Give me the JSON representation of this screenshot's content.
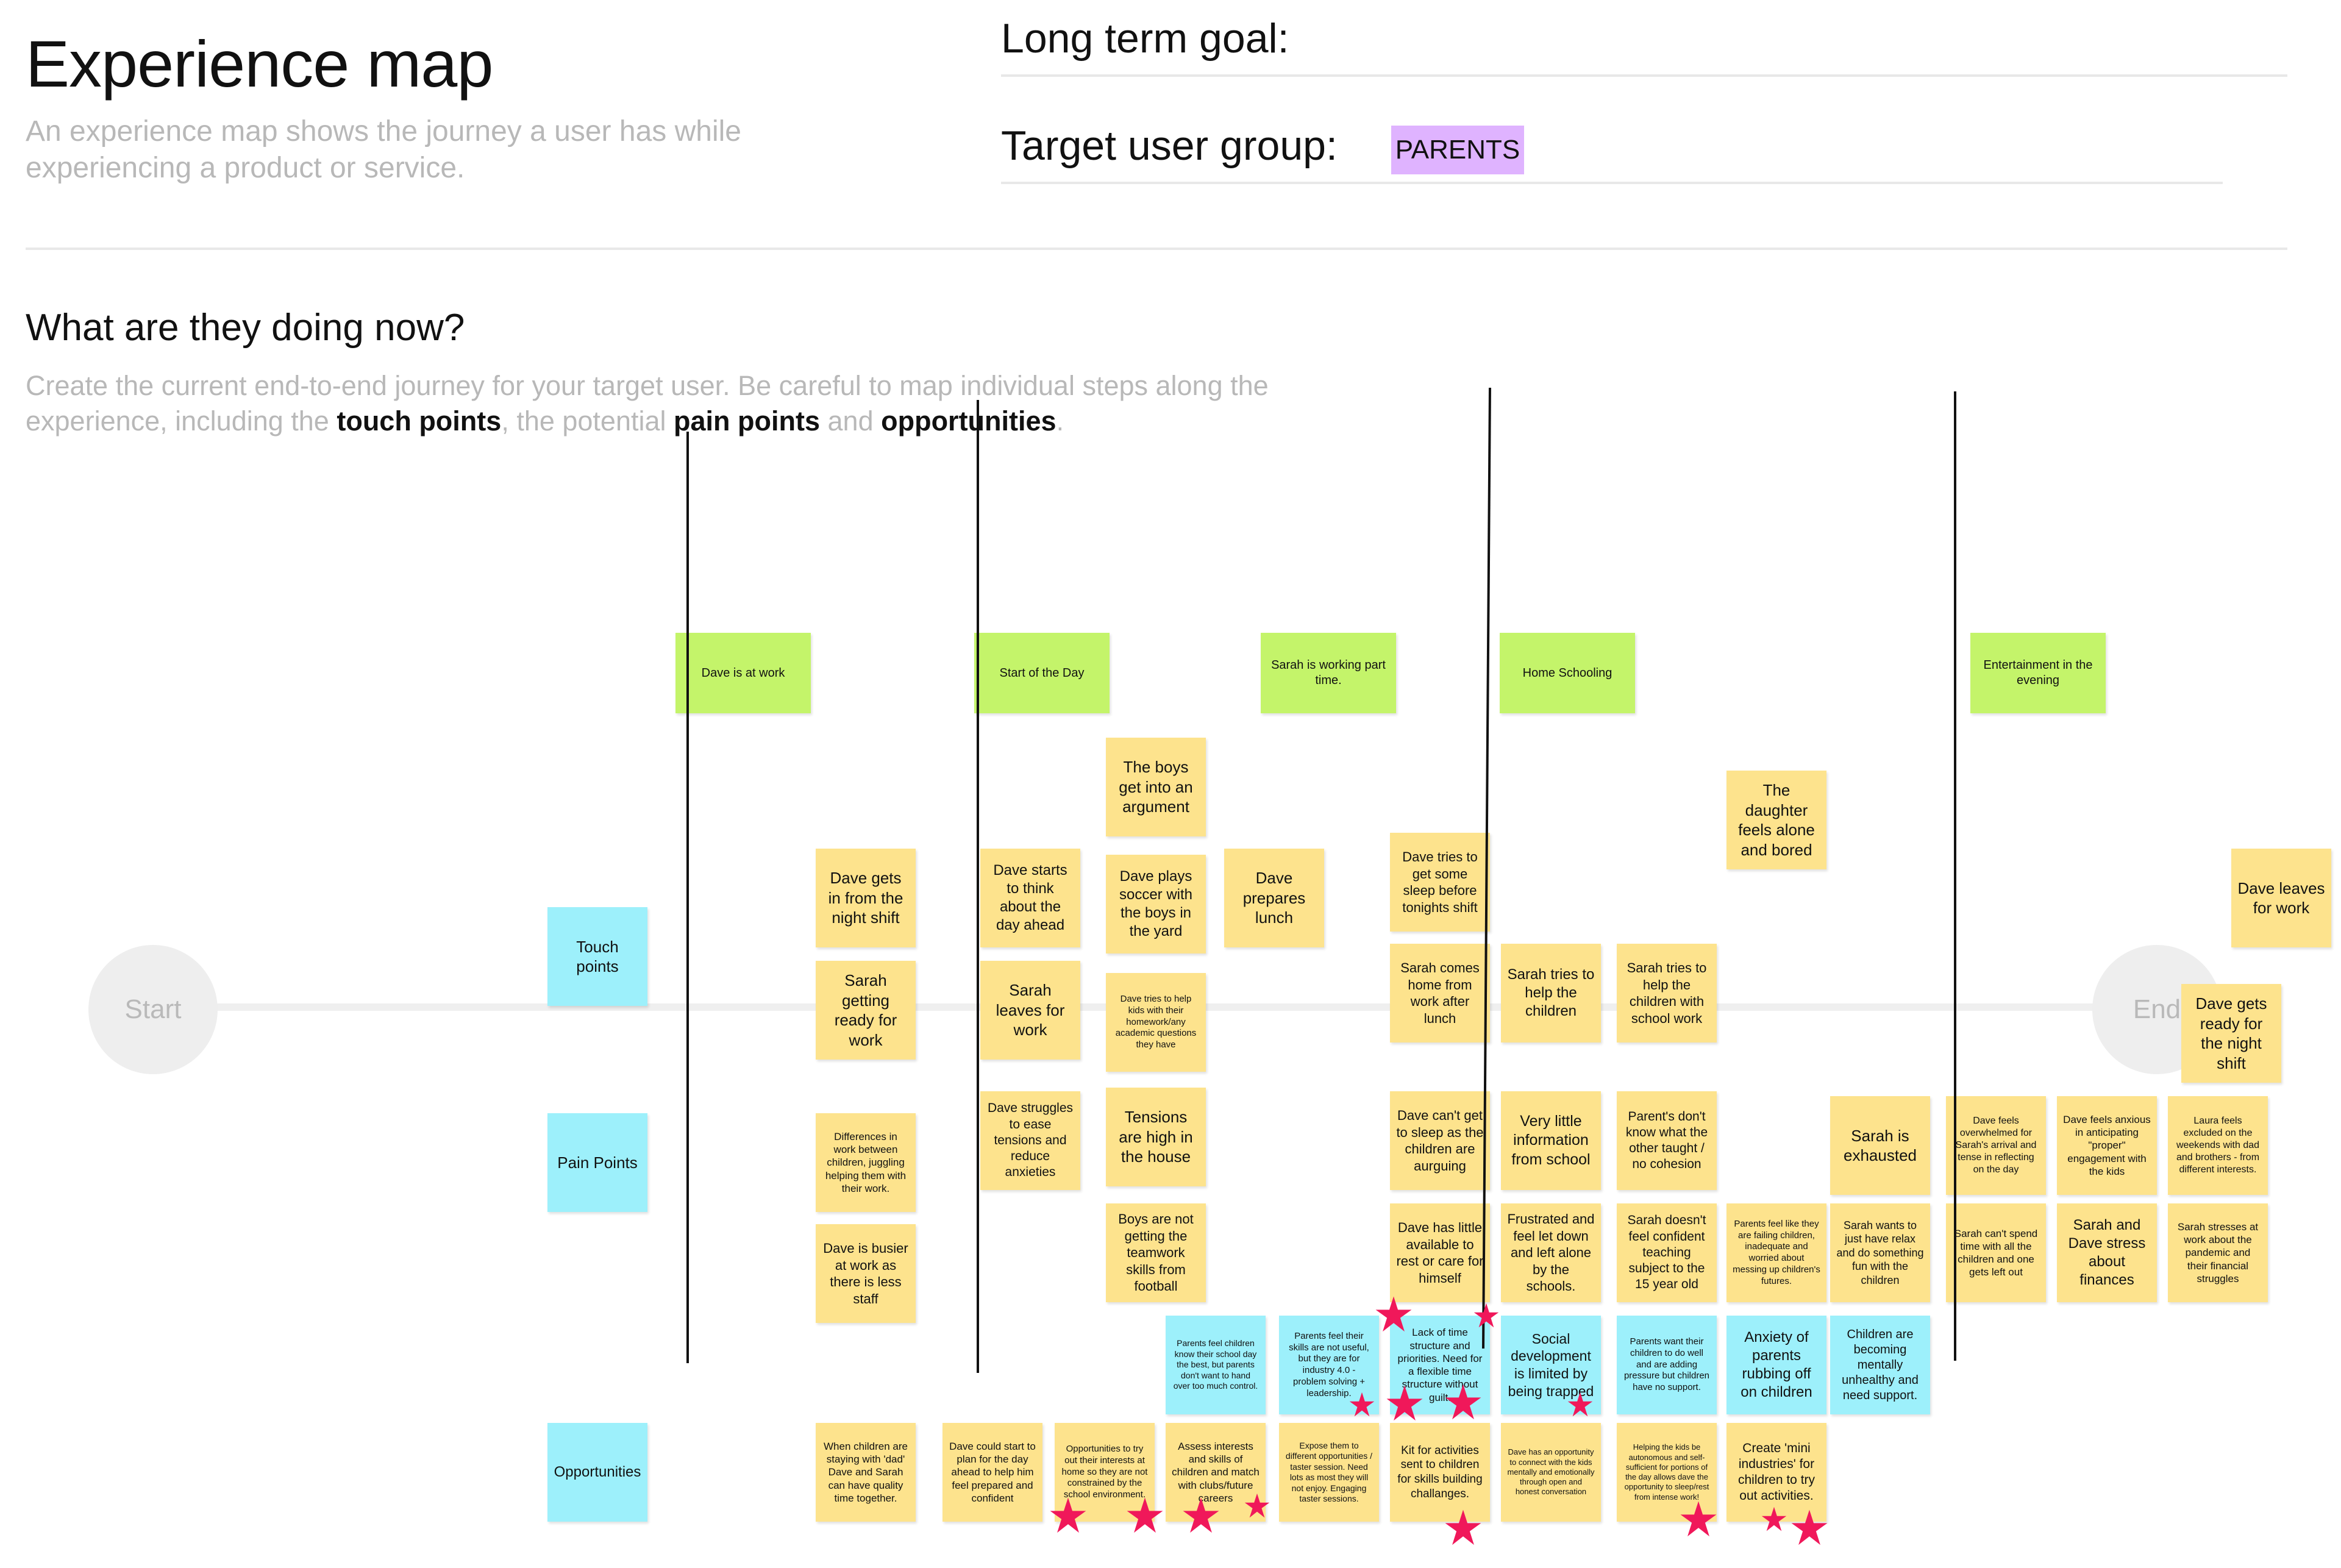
{
  "header": {
    "title": "Experience map",
    "subtitle": "An experience map shows the journey a user has while experiencing a product or service.",
    "long_term_goal_label": "Long term goal:",
    "target_user_label": "Target user group:",
    "target_user_value": "PARENTS"
  },
  "section": {
    "title": "What are they doing now?",
    "desc_1": "Create the current end-to-end journey for your target user. Be careful to map individual steps along the experience, including the ",
    "touch_points": "touch points",
    "desc_2": ", the potential ",
    "pain_points": "pain points",
    "desc_3": " and ",
    "opportunities": "opportunities",
    "desc_4": "."
  },
  "journey": {
    "start": "Start",
    "end": "End"
  },
  "row_labels": {
    "touch": "Touch points",
    "pain": "Pain Points",
    "opp": "Opportunities"
  },
  "phases": [
    "Dave is at work",
    "Start of the Day",
    "Sarah is working part time.",
    "Home Schooling",
    "Entertainment in the evening"
  ],
  "notes": [
    "The boys get into an argument",
    "The daughter feels alone and bored",
    "Dave gets in from the night shift",
    "Dave starts to think about the day ahead",
    "Dave plays soccer with the boys in the yard",
    "Dave prepares lunch",
    "Dave tries to get some sleep before tonights shift",
    "Dave leaves for work",
    "Sarah getting ready for work",
    "Sarah leaves for work",
    "Dave tries to help kids with their homework/any academic questions they have",
    "Sarah comes home from work after lunch",
    "Sarah tries to help the children",
    "Sarah tries to help the children with school work",
    "Dave gets ready for the night shift",
    "Differences in work between children, juggling helping them with their work.",
    "Dave struggles to ease tensions and reduce anxieties",
    "Tensions are high in the house",
    "Dave can't get to sleep as the children are aurguing",
    "Very little information from school",
    "Parent's don't know what the other taught / no cohesion",
    "Sarah is exhausted",
    "Dave feels overwhelmed for Sarah's arrival and tense in reflecting on the day",
    "Dave feels anxious in anticipating \"proper\" engagement with the kids",
    "Laura feels excluded on the weekends with dad and brothers - from different interests.",
    "Dave is busier at work as there is less staff",
    "Boys are not getting the teamwork skills from football",
    "Dave has little available to rest or care for himself",
    "Frustrated and feel let down and left alone by the schools.",
    "Sarah doesn't feel confident teaching subject to the 15 year old",
    "Parents feel like they are failing children, inadequate and worried about messing up children's futures.",
    "Sarah wants to just have relax and do something fun with the children",
    "Sarah can't spend time with all the children and one gets left out",
    "Sarah and Dave stress about finances",
    "Sarah stresses at work about the pandemic and their financial struggles",
    "Parents feel children know their school day the best, but parents don't want to hand over too much control.",
    "Parents feel their skills are not useful, but they are for industry 4.0 - problem solving + leadership.",
    "Lack of time structure and priorities. Need for a flexible time structure without guilt.",
    "Social development is limited by being trapped",
    "Parents want their children to do well and are adding pressure but children have no support.",
    "Anxiety of parents rubbing off on children",
    "Children are becoming mentally unhealthy and need support.",
    "When children are staying with 'dad' Dave and Sarah can have quality time together.",
    "Dave could start to plan for the day ahead to help him feel prepared and confident",
    "Opportunities to try out their interests at home so they are not constrained by the school environment.",
    "Assess interests and skills of children and match with clubs/future careers",
    "Expose them to different opportunities / taster session. Need lots as most they will not enjoy. Engaging taster sessions.",
    "Kit for activities sent to children for skills building challanges.",
    "Dave has an opportunity to connect with the kids mentally and emotionally through open and honest conversation",
    "Helping the kids be autonomous and self-sufficient for portions of the day allows dave the opportunity to sleep/rest from intense work!",
    "Create 'mini industries' for children to try out activities."
  ],
  "colors": {
    "yellow": "#fde38d",
    "green": "#c4f46a",
    "blue": "#9df0fb",
    "purple": "#dfb3ff",
    "star": "#f0185a"
  }
}
